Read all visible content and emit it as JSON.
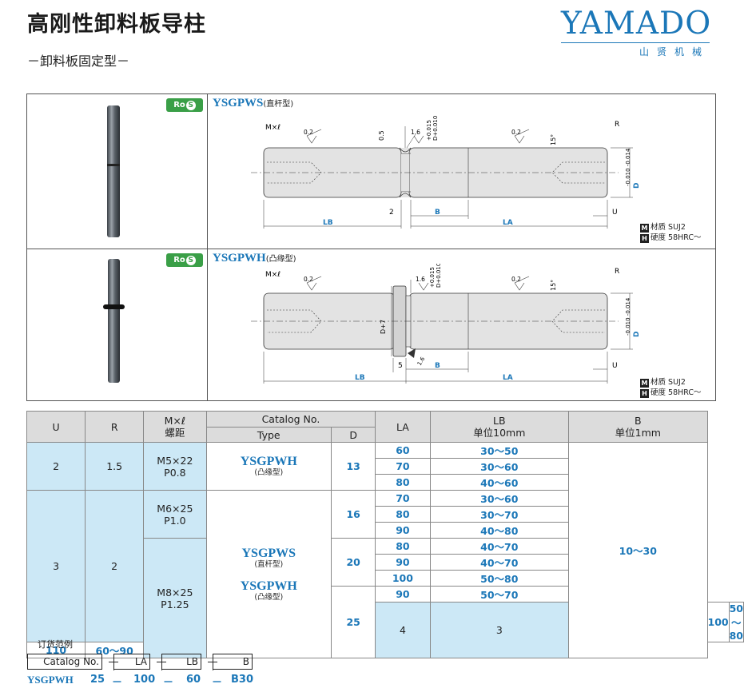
{
  "header": {
    "title": "高刚性卸料板导柱",
    "subtitle": "－卸料板固定型－",
    "brand_name": "YAMADO",
    "brand_cn": "山贤机械"
  },
  "products": [
    {
      "rohs": "Ro",
      "rohs_s": "S",
      "model": "YSGPWS",
      "model_sub": "(直杆型)",
      "material_label": "材质",
      "material": "SUJ2",
      "hardness_label": "硬度",
      "hardness": "58HRC～"
    },
    {
      "rohs": "Ro",
      "rohs_s": "S",
      "model": "YSGPWH",
      "model_sub": "(凸缘型)",
      "material_label": "材质",
      "material": "SUJ2",
      "hardness_label": "硬度",
      "hardness": "58HRC～"
    }
  ],
  "drawing_labels": {
    "mxl": "M×ℓ",
    "tol_02": "0.2",
    "tol_05": "0.5",
    "tol_16": "1.6",
    "d_tol": "D+0.010",
    "d_tol_up": "+0.015",
    "deg15": "15°",
    "r": "R",
    "d_minus": "D",
    "d_minus_tol": "-0.010 -0.014",
    "lb": "LB",
    "la": "LA",
    "b": "B",
    "u": "U",
    "two": "2",
    "five": "5",
    "dplus7": "D+7",
    "m_box": "M",
    "h_box": "H"
  },
  "table": {
    "headers": {
      "u": "U",
      "r": "R",
      "mxl": "M×ℓ",
      "pitch": "螺距",
      "catalog": "Catalog No.",
      "type": "Type",
      "d": "D",
      "la": "LA",
      "lb": "LB",
      "lb_unit": "单位10mm",
      "b": "B",
      "b_unit": "单位1mm"
    },
    "groups": [
      {
        "u": "2",
        "r": "1.5",
        "m": "M5×22",
        "p": "P0.8"
      },
      {
        "u": "3",
        "r": "2",
        "m1": "M6×25",
        "p1": "P1.0",
        "m2": "M8×25",
        "p2": "P1.25"
      },
      {
        "u": "4",
        "r": "3"
      }
    ],
    "types": [
      {
        "t": "YSGPWH",
        "s": "(凸缘型)"
      },
      {
        "t": "YSGPWS",
        "s": "(直杆型)"
      },
      {
        "t": "YSGPWH",
        "s": "(凸缘型)"
      }
    ],
    "d_values": [
      "13",
      "16",
      "20",
      "25"
    ],
    "rows": [
      {
        "la": "60",
        "lb": "30～50"
      },
      {
        "la": "70",
        "lb": "30～60"
      },
      {
        "la": "80",
        "lb": "40～60"
      },
      {
        "la": "70",
        "lb": "30～60"
      },
      {
        "la": "80",
        "lb": "30～70"
      },
      {
        "la": "90",
        "lb": "40～80"
      },
      {
        "la": "80",
        "lb": "40～70"
      },
      {
        "la": "90",
        "lb": "40～70"
      },
      {
        "la": "100",
        "lb": "50～80"
      },
      {
        "la": "90",
        "lb": "50～70"
      },
      {
        "la": "100",
        "lb": "50～80"
      },
      {
        "la": "110",
        "lb": "60～90"
      }
    ],
    "b_range": "10～30"
  },
  "order": {
    "title": "订货范例",
    "fields": [
      "Catalog  No.",
      "LA",
      "LB",
      "B"
    ],
    "values": [
      "YSGPWH",
      "25",
      "－",
      "100",
      "－",
      "60",
      "－",
      "B30"
    ]
  }
}
